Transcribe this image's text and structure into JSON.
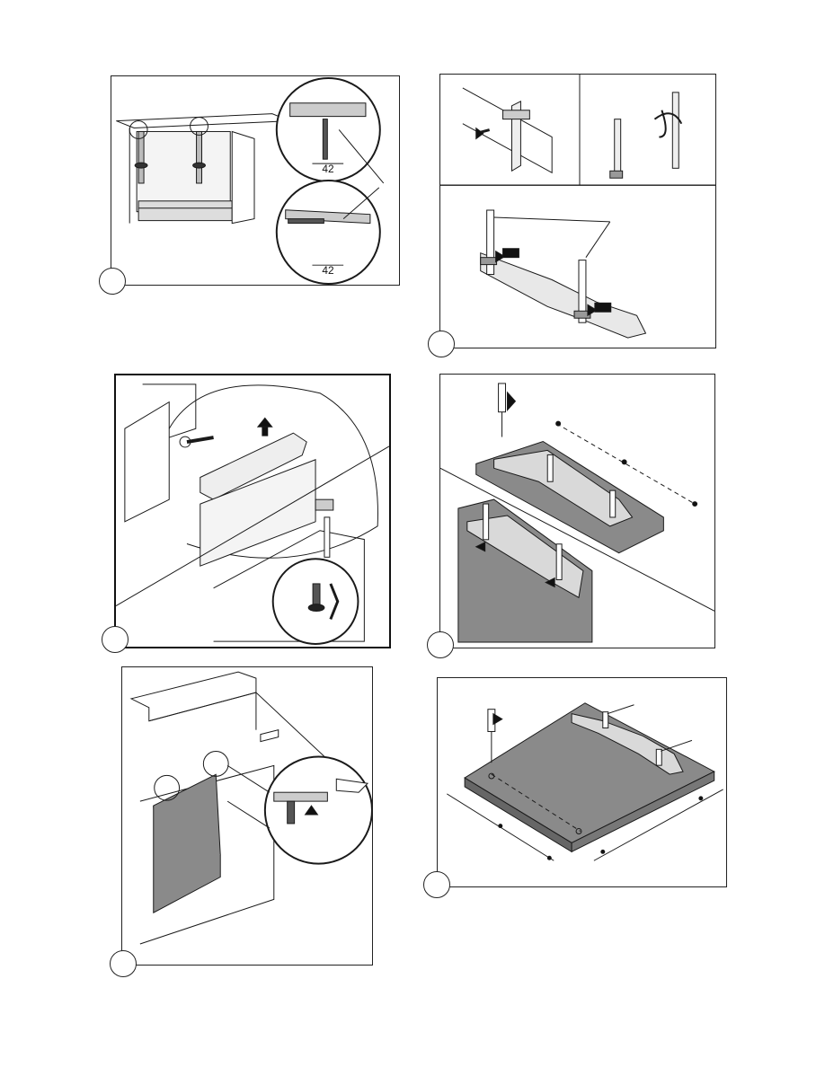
{
  "figures": [
    {
      "id": "fig1",
      "dimension_labels": [
        "42",
        "42"
      ]
    },
    {
      "id": "fig2"
    },
    {
      "id": "fig3"
    },
    {
      "id": "fig4"
    },
    {
      "id": "fig5"
    },
    {
      "id": "fig6"
    }
  ],
  "colors": {
    "line": "#1a1a1a",
    "panel_fill": "#8a8a8a",
    "light_fill": "#d9d9d9"
  }
}
